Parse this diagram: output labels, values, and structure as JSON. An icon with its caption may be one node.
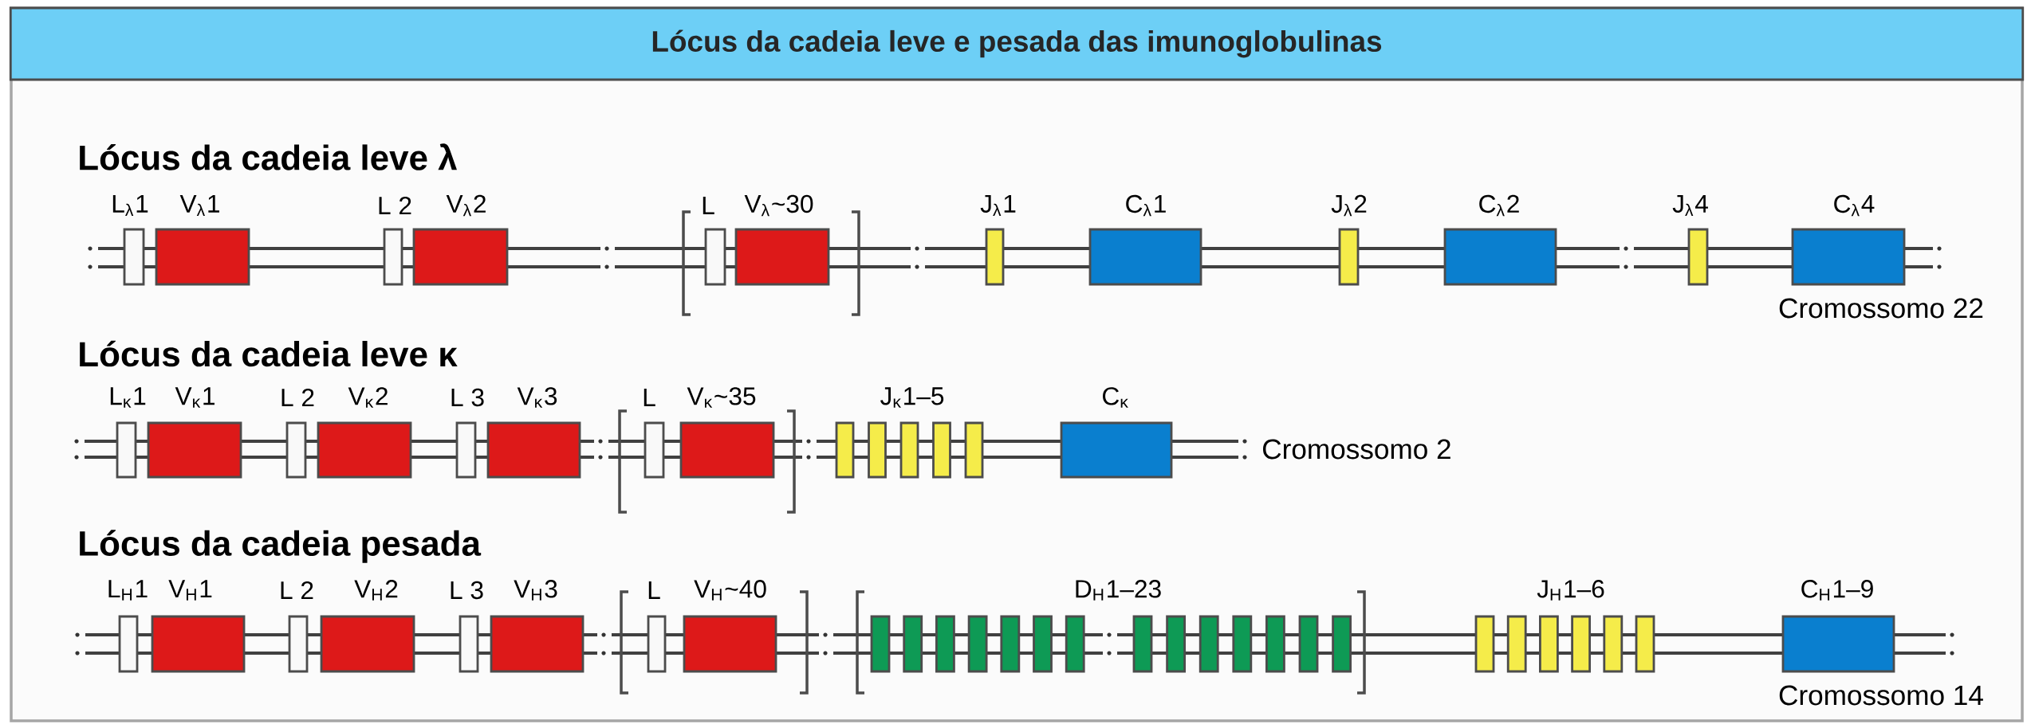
{
  "diagram": {
    "title": "Lócus da cadeia leve e pesada das imunoglobulinas",
    "labels": [
      "Lócus da cadeia leve λ",
      "L$_{λ}$1",
      "V$_{λ}$1",
      "L 2",
      "V$_{λ}$2",
      "L",
      "V$_{λ}$~30",
      "J$_{λ}$1",
      "C$_{λ}$1",
      "J$_{λ}$2",
      "C$_{λ}$2",
      "J$_{λ}$4",
      "C$_{λ}$4",
      "Cromossomo 22",
      "Lócus da cadeia leve κ",
      "L$_{κ}$1",
      "V$_{κ}$1",
      "L 2",
      "V$_{κ}$2",
      "L 3",
      "V$_{κ}$3",
      "L",
      "V$_{κ}$~35",
      "J$_{κ}$1–5",
      "C$_{κ}$",
      "Cromossomo 2",
      "Lócus da cadeia pesada",
      "L$_{H}$1",
      "V$_{H}$1",
      "L 2",
      "V$_{H}$2",
      "L 3",
      "V$_{H}$3",
      "L",
      "V$_{H}$~40",
      "D$_{H}$1–23",
      "J$_{H}$1–6",
      "C$_{H}$1–9",
      "Cromossomo 14"
    ]
  }
}
